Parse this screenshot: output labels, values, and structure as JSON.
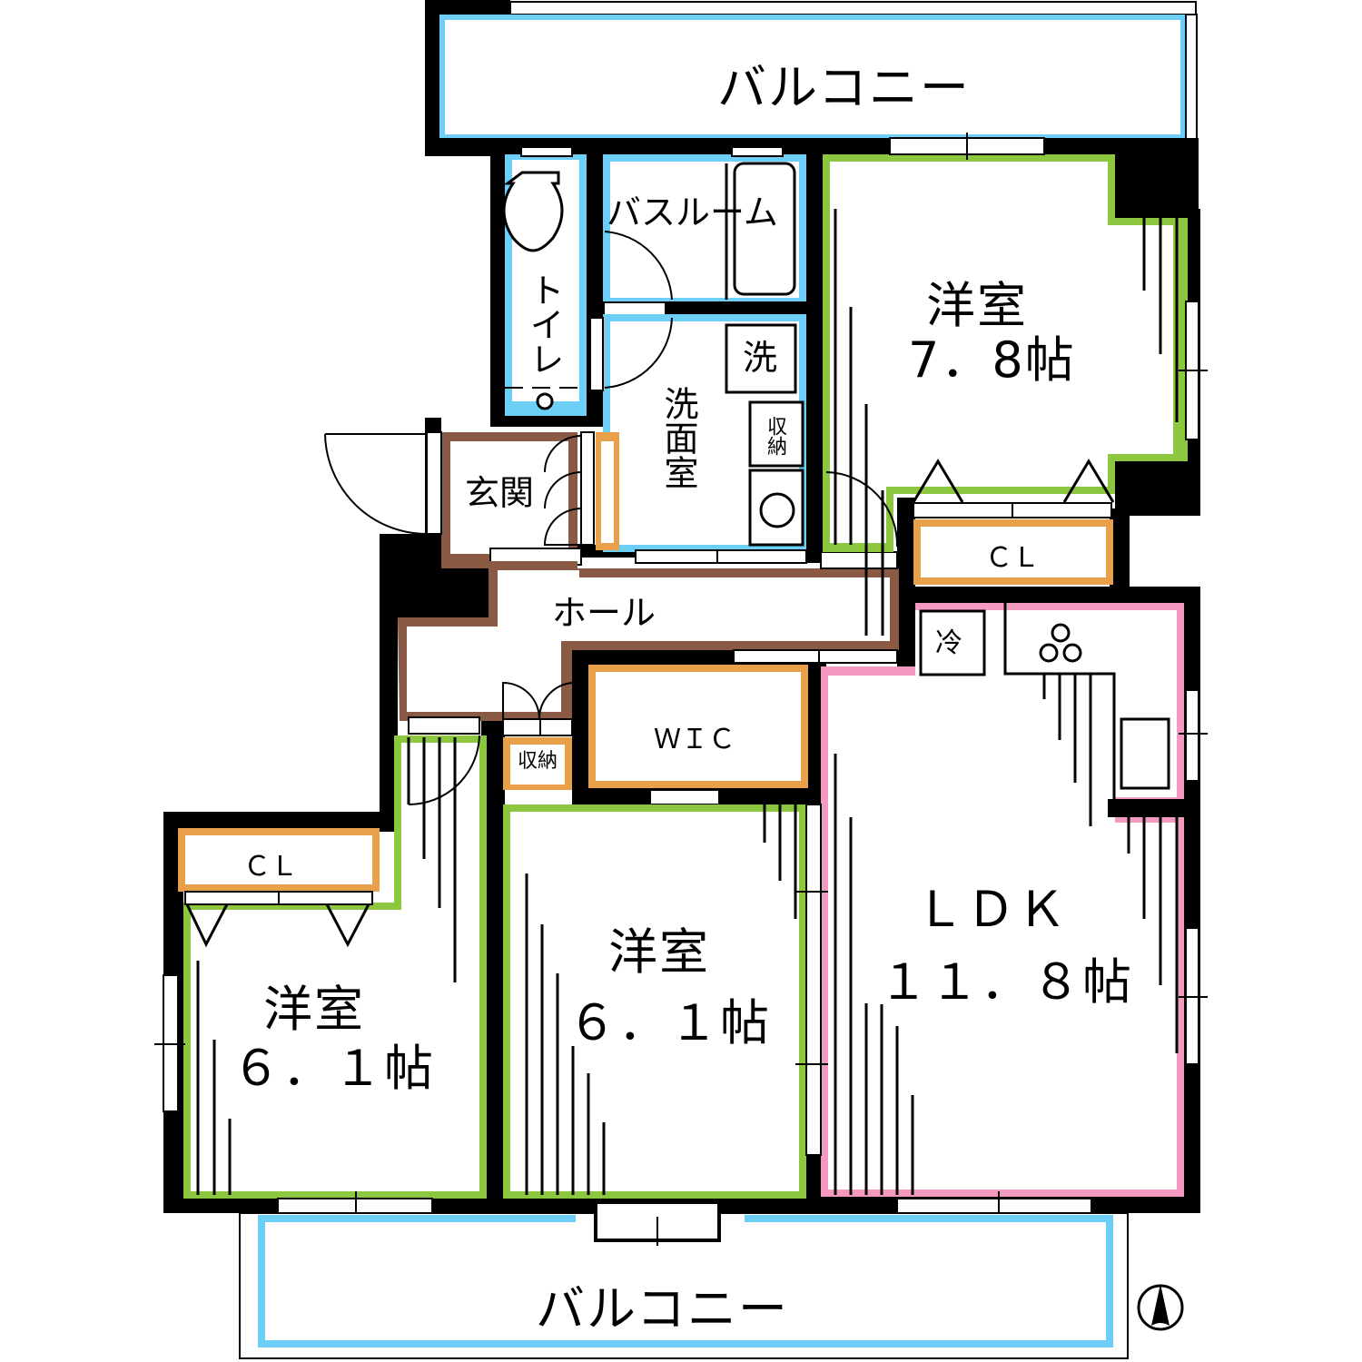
{
  "colors": {
    "wall": "#000000",
    "wet_area": "#6ecff6",
    "bedroom": "#8dc63f",
    "ldk": "#f49ac1",
    "storage": "#e8a04a",
    "hall": "#8b5a44",
    "background": "#ffffff"
  },
  "rooms": {
    "balcony_north": {
      "label": "バルコニー"
    },
    "balcony_south": {
      "label": "バルコニー"
    },
    "toilet": {
      "label": "トイレ"
    },
    "bathroom": {
      "label": "バスルーム"
    },
    "washroom": {
      "label": "洗面室"
    },
    "washer": {
      "label": "洗"
    },
    "wash_storage": {
      "label": "収納"
    },
    "entrance": {
      "label": "玄関"
    },
    "hall": {
      "label": "ホール"
    },
    "bedroom_ne": {
      "name": "洋室",
      "size": "7．8帖"
    },
    "closet_ne": {
      "label": "ＣＬ"
    },
    "fridge": {
      "label": "冷"
    },
    "ldk": {
      "name": "ＬＤＫ",
      "size": "１１．８帖"
    },
    "wic": {
      "label": "ＷＩＣ"
    },
    "hall_storage": {
      "label": "収納"
    },
    "bedroom_sw": {
      "name": "洋室",
      "size": "６．１帖"
    },
    "closet_sw": {
      "label": "ＣＬ"
    },
    "bedroom_s": {
      "name": "洋室",
      "size": "６．１帖"
    }
  },
  "compass": {
    "direction": "N",
    "icon": "north-arrow-icon"
  }
}
